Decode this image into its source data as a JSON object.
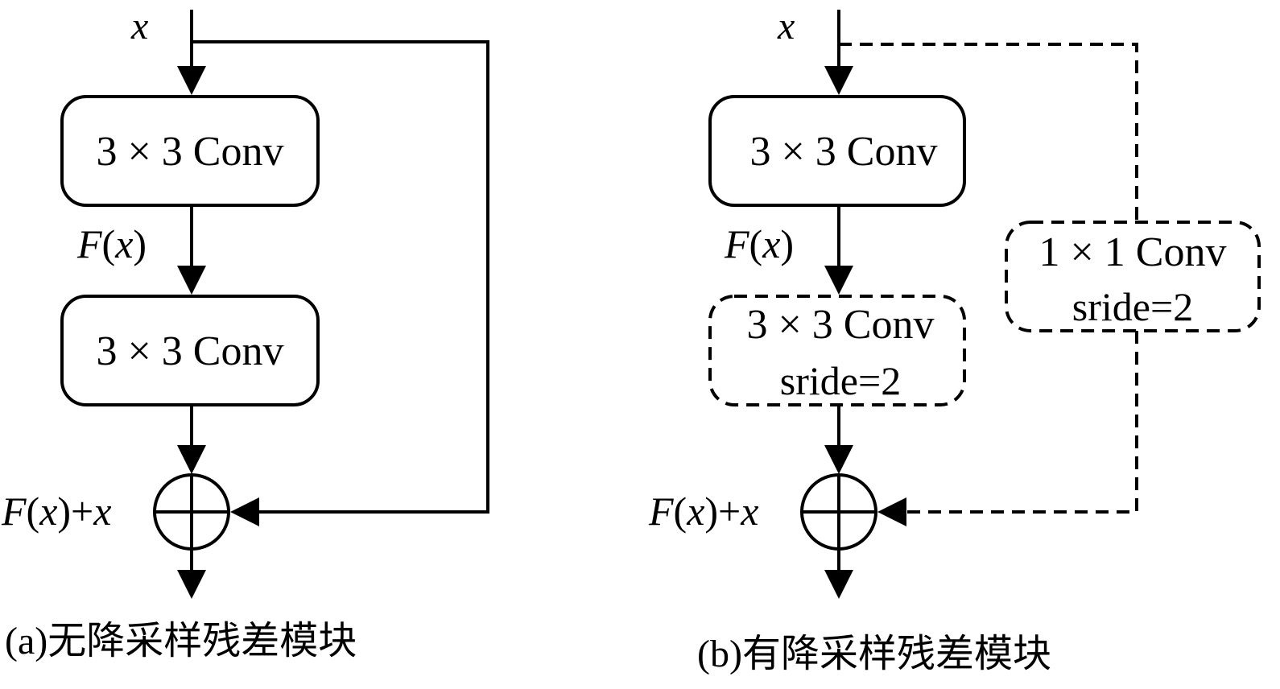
{
  "panel_a": {
    "input_label": "x",
    "conv1_label": "3 × 3 Conv",
    "fx_label": "F(x)",
    "conv2_label": "3 × 3 Conv",
    "sum_label": "F(x)+x",
    "caption": "(a)无降采样残差模块"
  },
  "panel_b": {
    "input_label": "x",
    "conv1_label": "3 × 3 Conv",
    "fx_label": "F(x)",
    "conv2_label": "3 × 3 Conv",
    "conv2_sub": "sride=2",
    "shortcut_label": "1 × 1 Conv",
    "shortcut_sub": "sride=2",
    "sum_label": "F(x)+x",
    "caption": "(b)有降采样残差模块"
  }
}
